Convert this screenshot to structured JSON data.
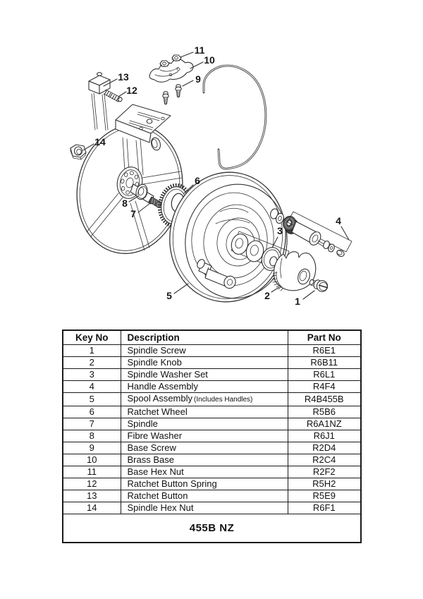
{
  "colors": {
    "ink": "#333333",
    "table_border": "#1a1a1a",
    "background": "#ffffff",
    "dark_fill": "#3c3c3c"
  },
  "diagram": {
    "callouts": [
      {
        "label": "1"
      },
      {
        "label": "2"
      },
      {
        "label": "3"
      },
      {
        "label": "4"
      },
      {
        "label": "5"
      },
      {
        "label": "6"
      },
      {
        "label": "7"
      },
      {
        "label": "8"
      },
      {
        "label": "9"
      },
      {
        "label": "10"
      },
      {
        "label": "11"
      },
      {
        "label": "12"
      },
      {
        "label": "13"
      },
      {
        "label": "14"
      }
    ]
  },
  "table": {
    "headers": {
      "key": "Key No",
      "description": "Description",
      "part": "Part No"
    },
    "rows": [
      {
        "key": "1",
        "description": "Spindle Screw",
        "part": "R6E1"
      },
      {
        "key": "2",
        "description": "Spindle Knob",
        "part": "R6B11"
      },
      {
        "key": "3",
        "description": "Spindle Washer Set",
        "part": "R6L1"
      },
      {
        "key": "4",
        "description": "Handle Assembly",
        "part": "R4F4"
      },
      {
        "key": "5",
        "description": "Spool Assembly",
        "note": "(Includes Handles)",
        "part": "R4B455B"
      },
      {
        "key": "6",
        "description": "Ratchet Wheel",
        "part": "R5B6"
      },
      {
        "key": "7",
        "description": "Spindle",
        "part": "R6A1NZ"
      },
      {
        "key": "8",
        "description": "Fibre Washer",
        "part": "R6J1"
      },
      {
        "key": "9",
        "description": "Base Screw",
        "part": "R2D4"
      },
      {
        "key": "10",
        "description": "Brass Base",
        "part": "R2C4"
      },
      {
        "key": "11",
        "description": "Base Hex Nut",
        "part": "R2F2"
      },
      {
        "key": "12",
        "description": "Ratchet Button Spring",
        "part": "R5H2"
      },
      {
        "key": "13",
        "description": "Ratchet Button",
        "part": "R5E9"
      },
      {
        "key": "14",
        "description": "Spindle Hex Nut",
        "part": "R6F1"
      }
    ],
    "footer": "455B NZ"
  }
}
